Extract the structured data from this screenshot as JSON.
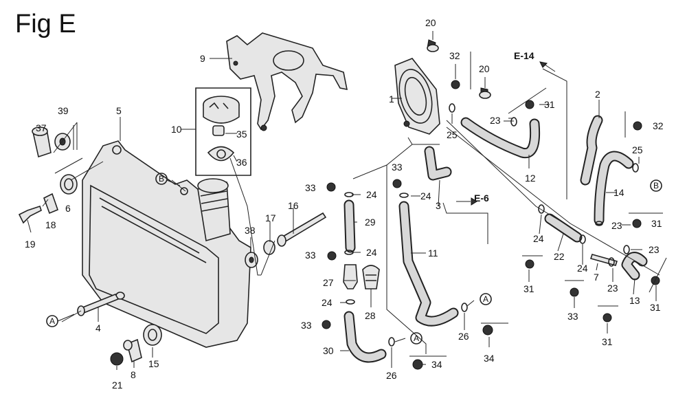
{
  "figure": {
    "title": "Fig E",
    "refs": {
      "e14": "E-14",
      "e6": "E-6"
    },
    "circled": {
      "a": "A",
      "b": "B"
    },
    "part_numbers": {
      "p1": "1",
      "p2": "2",
      "p3": "3",
      "p4": "4",
      "p5": "5",
      "p6": "6",
      "p7": "7",
      "p8": "8",
      "p9": "9",
      "p10": "10",
      "p11": "11",
      "p12": "12",
      "p13": "13",
      "p14": "14",
      "p15": "15",
      "p16": "16",
      "p17": "17",
      "p18": "18",
      "p19": "19",
      "p20": "20",
      "p21": "21",
      "p22": "22",
      "p23": "23",
      "p24": "24",
      "p25": "25",
      "p26": "26",
      "p27": "27",
      "p28": "28",
      "p29": "29",
      "p30": "30",
      "p31": "31",
      "p32": "32",
      "p33": "33",
      "p34": "34",
      "p35": "35",
      "p36": "36",
      "p37": "37",
      "p38": "38",
      "p39": "39"
    }
  }
}
